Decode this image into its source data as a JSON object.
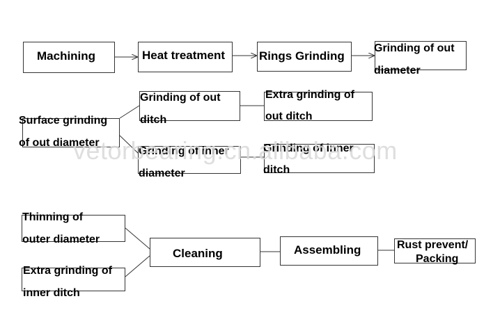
{
  "nodes": {
    "machining": "Machining",
    "heat_treatment": "Heat treatment",
    "rings_grinding": "Rings Grinding",
    "grinding_out_diameter": [
      "Grinding of out",
      "diameter"
    ],
    "surface_grinding": [
      "Surface grinding",
      "of out diameter"
    ],
    "grinding_out_ditch": [
      "Grinding of out",
      "ditch"
    ],
    "extra_grinding_out_ditch": [
      "Extra grinding of",
      "out ditch"
    ],
    "grinding_inner_diameter": [
      "Grinding of inner",
      "diameter"
    ],
    "grinding_inner_ditch": [
      "Grinding of inner",
      "ditch"
    ],
    "thinning_outer_diameter": [
      "Thinning of",
      "outer diameter"
    ],
    "extra_grinding_inner_ditch": [
      "Extra grinding of",
      "inner ditch"
    ],
    "cleaning": "Cleaning",
    "assembling": "Assembling",
    "rust_prevent_packing": [
      "Rust prevent/",
      "Packing"
    ]
  },
  "watermark": "vetorbearing.cn.alibaba.com"
}
